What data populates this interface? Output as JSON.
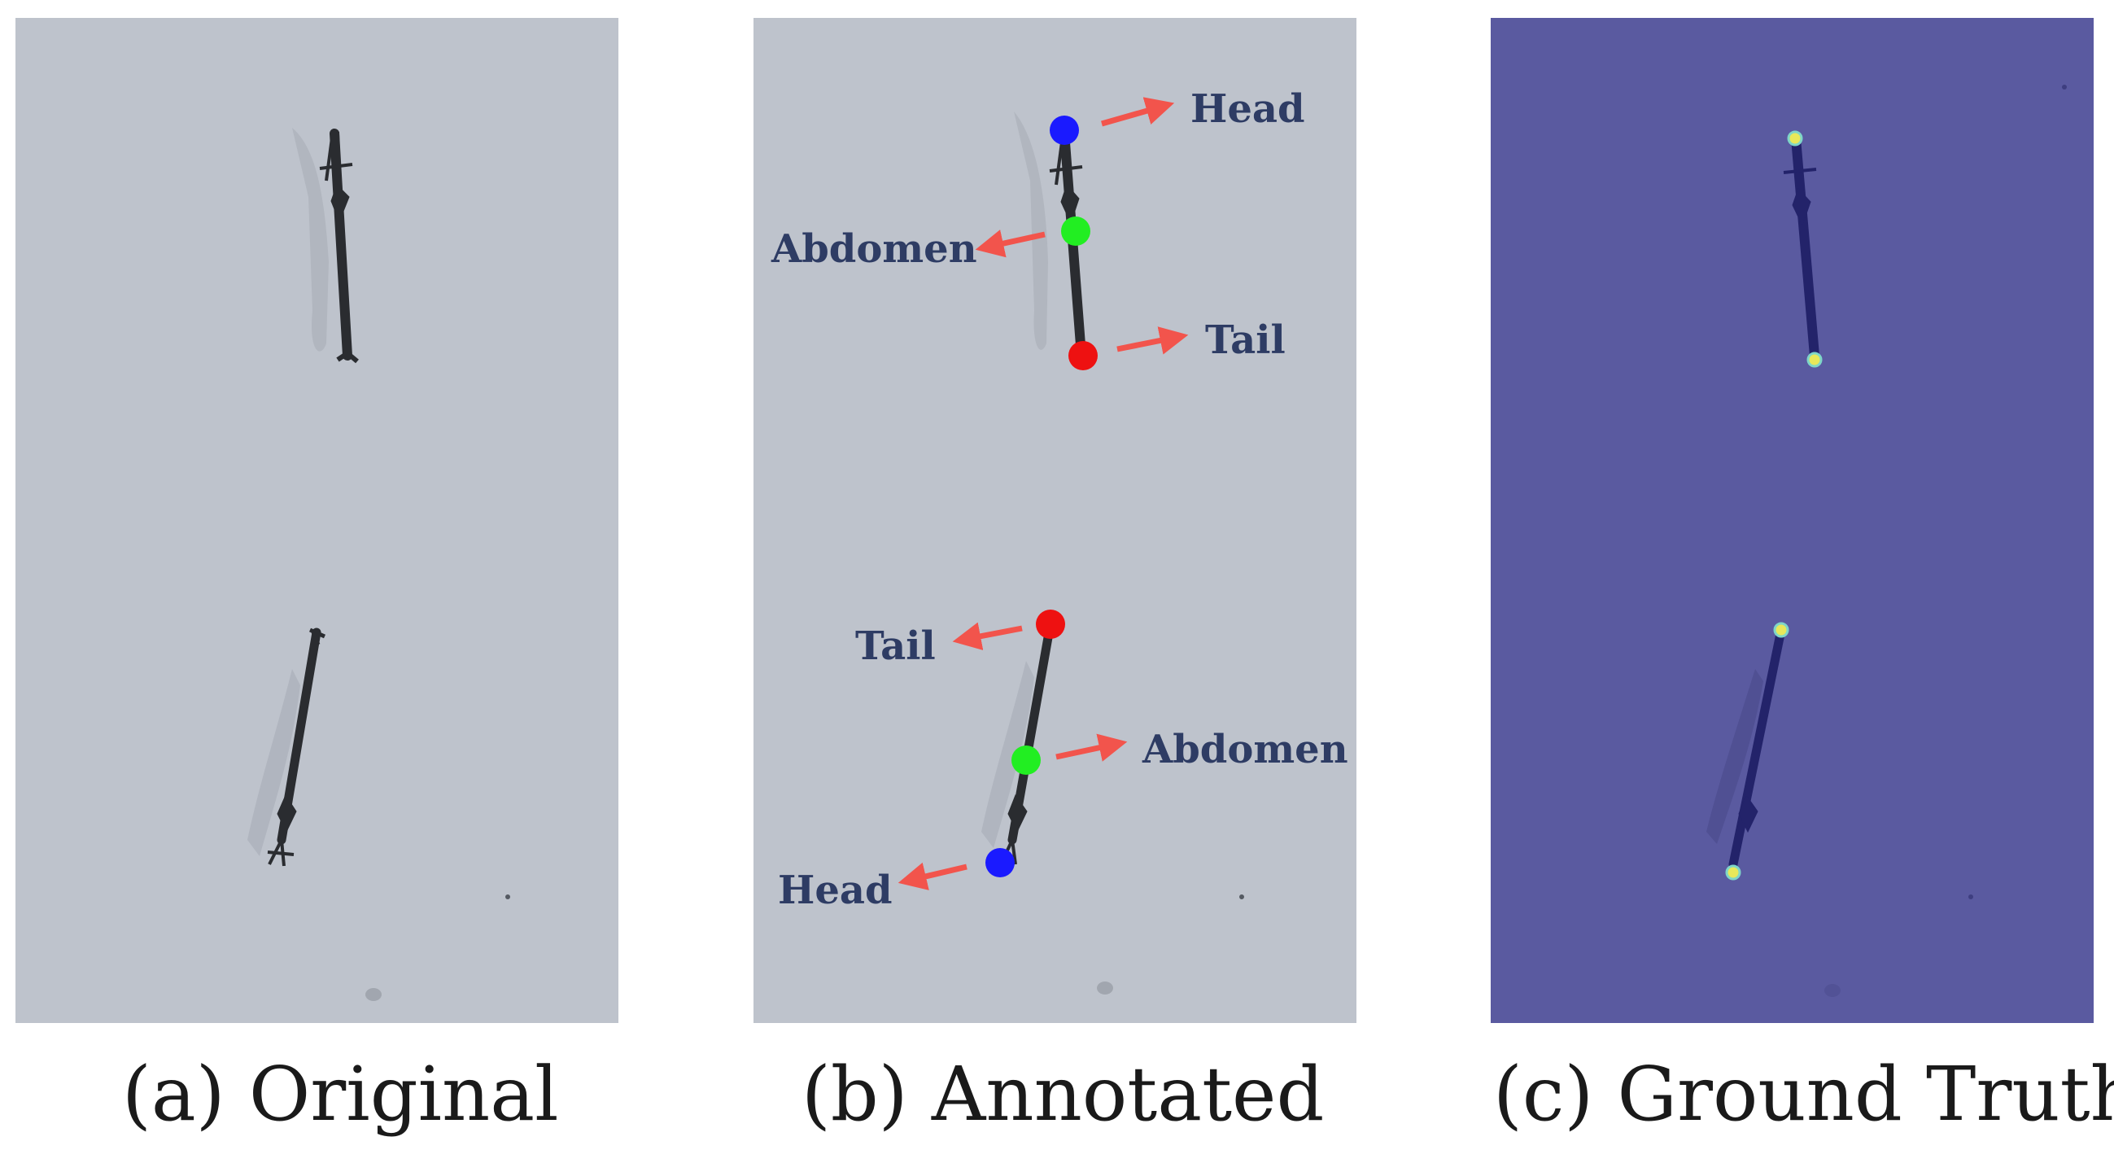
{
  "panels": {
    "original": {
      "caption": "(a) Original",
      "background": "#bec3cc"
    },
    "annotated": {
      "caption": "(b) Annotated",
      "background": "#bec3cc",
      "labels": {
        "head_top": "Head",
        "abdomen_top": "Abdomen",
        "tail_top": "Tail",
        "tail_bottom": "Tail",
        "abdomen_bottom": "Abdomen",
        "head_bottom": "Head"
      },
      "keypoint_colors": {
        "head": "#1a1aff",
        "abdomen": "#22ee22",
        "tail": "#ee1111"
      },
      "arrow_color": "#f2544c",
      "label_color": "#2e3c64"
    },
    "ground_truth": {
      "caption": "(c) Ground Truth",
      "background": "#5a5aa0"
    }
  }
}
